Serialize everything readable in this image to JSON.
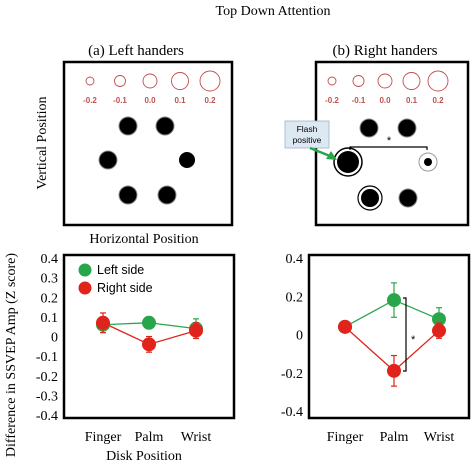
{
  "figure_title": "Top Down Attention",
  "colors": {
    "green": "#2aa64a",
    "red": "#e0231b",
    "sizeRing": "#c0504d",
    "sizeLabel": "#c0504d",
    "callout": "#dce8f2",
    "arrow": "#2aa64a"
  },
  "panels": [
    {
      "label": "(a) Left handers",
      "size_labels": [
        "-0.2",
        "-0.1",
        "0.0",
        "0.1",
        "0.2"
      ],
      "y_axis_label": "Vertical Position",
      "x_axis_label": "Horizontal Position"
    },
    {
      "label": "(b) Right handers",
      "size_labels": [
        "-0.2",
        "-0.1",
        "0.0",
        "0.1",
        "0.2"
      ],
      "callout": [
        "Flash",
        "positive"
      ],
      "significance": "*"
    }
  ],
  "shared_y_label": "Difference in SSVEP Amp (Z score)",
  "shared_x_label": "Disk Position",
  "chart_data": [
    {
      "type": "line",
      "panel": "a",
      "categories": [
        "Finger",
        "Palm",
        "Wrist"
      ],
      "ylim": [
        -0.4,
        0.4
      ],
      "yticks": [
        "0.4",
        "0.3",
        "0.2",
        "0.1",
        "0",
        "-0.1",
        "-0.2",
        "-0.3",
        "-0.4"
      ],
      "ytick_values": [
        0.4,
        0.3,
        0.2,
        0.1,
        0,
        -0.1,
        -0.2,
        -0.3,
        -0.4
      ],
      "legend": "top-left",
      "series": [
        {
          "name": "Left side",
          "color": "#2aa64a",
          "values": [
            0.06,
            0.07,
            0.04
          ],
          "errors": [
            0.04,
            0.03,
            0.05
          ]
        },
        {
          "name": "Right side",
          "color": "#e0231b",
          "values": [
            0.07,
            -0.04,
            0.03
          ],
          "errors": [
            0.05,
            0.04,
            0.04
          ]
        }
      ]
    },
    {
      "type": "line",
      "panel": "b",
      "categories": [
        "Finger",
        "Palm",
        "Wrist"
      ],
      "ylim": [
        -0.4,
        0.4
      ],
      "yticks": [
        "0.4",
        "0.2",
        "0",
        "-0.2",
        "-0.4"
      ],
      "ytick_values": [
        0.4,
        0.2,
        0,
        -0.2,
        -0.4
      ],
      "series": [
        {
          "color": "#2aa64a",
          "values": [
            0.04,
            0.18,
            0.08
          ],
          "errors": [
            0.02,
            0.09,
            0.06
          ]
        },
        {
          "color": "#e0231b",
          "values": [
            0.04,
            -0.19,
            0.02
          ],
          "errors": [
            0.02,
            0.08,
            0.04
          ]
        }
      ],
      "significance": "*"
    }
  ]
}
